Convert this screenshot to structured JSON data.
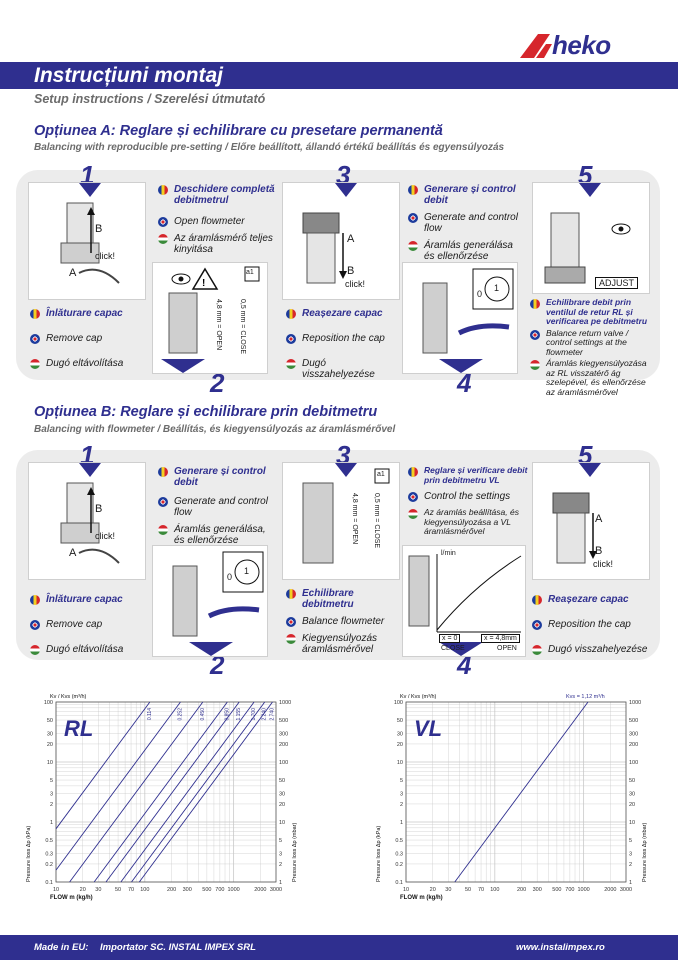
{
  "brand": {
    "logo_text": "heko",
    "accent": "#2f2f8f",
    "red": "#d6262c"
  },
  "header": {
    "title": "Instrucțiuni montaj",
    "subtitle": "Setup instructions / Szerelési útmutató"
  },
  "optionA": {
    "title": "Opțiunea A: Reglare și echilibrare cu presetare permanentă",
    "subtitle": "Balancing with reproducible pre-setting / Előre beállított, állandó értékű beállítás és egyensúlyozás",
    "steps": [
      "1",
      "2",
      "3",
      "4",
      "5"
    ],
    "step1": {
      "ro": "Înlăturare capac",
      "en": "Remove cap",
      "hu": "Dugó eltávolítása",
      "img_b": "B",
      "img_a": "A",
      "img_click": "click!"
    },
    "step2": {
      "ro": "Deschidere completă debitmetrul",
      "en": "Open flowmeter",
      "hu": "Az áramlásmérő teljes kinyitása",
      "img_close": "0,5 mm = CLOSE",
      "img_open": "4,8 mm = OPEN",
      "img_a1": "a1"
    },
    "step3": {
      "ro": "Reașezare capac",
      "en": "Reposition the cap",
      "hu": "Dugó visszahelyezése",
      "img_b": "B",
      "img_a": "A",
      "img_click": "click!"
    },
    "step4": {
      "ro": "Generare și control debit",
      "en": "Generate and control flow",
      "hu": "Áramlás generálása és ellenőrzése",
      "img_0": "0",
      "img_1": "1"
    },
    "step5": {
      "ro": "Echilibrare debit prin ventilul de retur RL și verificarea pe debitmetru",
      "en": "Balance return valve / control settings at the flowmeter",
      "hu": "Áramlás kiegyensúlyozása az RL visszatérő ág szelepével, és ellenőrzése az áramlásmérővel",
      "img_adjust": "ADJUST"
    }
  },
  "optionB": {
    "title": "Opțiunea B: Reglare și echilibrare prin debitmetru",
    "subtitle": "Balancing with flowmeter / Beállítás, és kiegyensúlyozás az áramlásmérővel",
    "steps": [
      "1",
      "2",
      "3",
      "4",
      "5"
    ],
    "step1": {
      "ro": "Înlăturare capac",
      "en": "Remove cap",
      "hu": "Dugó eltávolítása",
      "img_b": "B",
      "img_a": "A",
      "img_click": "click!"
    },
    "step2": {
      "ro": "Generare și control debit",
      "en": "Generate and control flow",
      "hu": "Áramlás generálása, és ellenőrzése",
      "img_0": "0",
      "img_1": "1"
    },
    "step3": {
      "ro": "Echilibrare debitmetru",
      "en": "Balance flowmeter",
      "hu": "Kiegyensúlyozás áramlásmérővel",
      "img_close": "0,5 mm = CLOSE",
      "img_open": "4,8 mm = OPEN",
      "img_a1": "a1"
    },
    "step4": {
      "ro": "Reglare și verificare debit prin debitmetru VL",
      "en": "Control the settings",
      "hu": "Az áramlás beállítása, és kiegyensúlyozása a VL áramlásmérővel",
      "img_lmin": "l/min",
      "img_x0": "x = 0",
      "img_x48": "x = 4,8mm",
      "img_close": "CLOSE",
      "img_open": "OPEN"
    },
    "step5": {
      "ro": "Reașezare capac",
      "en": "Reposition the cap",
      "hu": "Dugó visszahelyezése",
      "img_b": "B",
      "img_a": "A",
      "img_click": "click!"
    }
  },
  "chart_data": [
    {
      "type": "line",
      "title": "RL",
      "top_label": "Kv / Kvs (m³/h)",
      "ylabel": "Pressure loss Δp (kPa)",
      "ylabel_right": "Pressure loss Δp (mbar)",
      "xlabel": "FLOW m (kg/h)",
      "x_scale": "log",
      "y_scale": "log",
      "xlim": [
        10,
        3000
      ],
      "ylim": [
        0.1,
        100
      ],
      "x_ticks": [
        "10",
        "20",
        "30",
        "50",
        "70",
        "100",
        "200",
        "300",
        "500",
        "700",
        "1000",
        "2000",
        "3000"
      ],
      "y_ticks": [
        "0.1",
        "0.2",
        "0.3",
        "0.5",
        "1",
        "2",
        "3",
        "5",
        "10",
        "20",
        "30",
        "50",
        "100"
      ],
      "y_ticks_right": [
        "1",
        "2",
        "3",
        "5",
        "10",
        "20",
        "30",
        "50",
        "100",
        "200",
        "300",
        "500",
        "1000"
      ],
      "series": [
        {
          "name": "0.114",
          "kv": 0.114
        },
        {
          "name": "0.252",
          "kv": 0.252
        },
        {
          "name": "0.450",
          "kv": 0.45
        },
        {
          "name": "0.850",
          "kv": 0.85
        },
        {
          "name": "1.155",
          "kv": 1.155
        },
        {
          "name": "1.700",
          "kv": 1.7
        },
        {
          "name": "2.240",
          "kv": 2.24
        },
        {
          "name": "2.740",
          "kv": 2.74
        }
      ],
      "grid": true
    },
    {
      "type": "line",
      "title": "VL",
      "top_label": "Kv / Kvs (m³/h)",
      "annotation": "Kvs = 1,12 m³/h",
      "ylabel": "Pressure loss Δp (kPa)",
      "ylabel_right": "Pressure loss Δp (mbar)",
      "xlabel": "FLOW m (kg/h)",
      "x_scale": "log",
      "y_scale": "log",
      "xlim": [
        10,
        3000
      ],
      "ylim": [
        0.1,
        100
      ],
      "x_ticks": [
        "10",
        "20",
        "30",
        "50",
        "70",
        "100",
        "200",
        "300",
        "500",
        "700",
        "1000",
        "2000",
        "3000"
      ],
      "y_ticks": [
        "0.1",
        "0.2",
        "0.3",
        "0.5",
        "1",
        "2",
        "3",
        "5",
        "10",
        "20",
        "30",
        "50",
        "100"
      ],
      "y_ticks_right": [
        "1",
        "2",
        "3",
        "5",
        "10",
        "20",
        "30",
        "50",
        "100",
        "200",
        "300",
        "500",
        "1000"
      ],
      "series": [
        {
          "name": "Kvs = 1,12 m³/h",
          "kv": 1.12
        }
      ],
      "grid": true
    }
  ],
  "footer": {
    "made_in": "Made in EU:",
    "importer": "Importator SC. INSTAL IMPEX SRL",
    "website": "www.instalimpex.ro"
  }
}
